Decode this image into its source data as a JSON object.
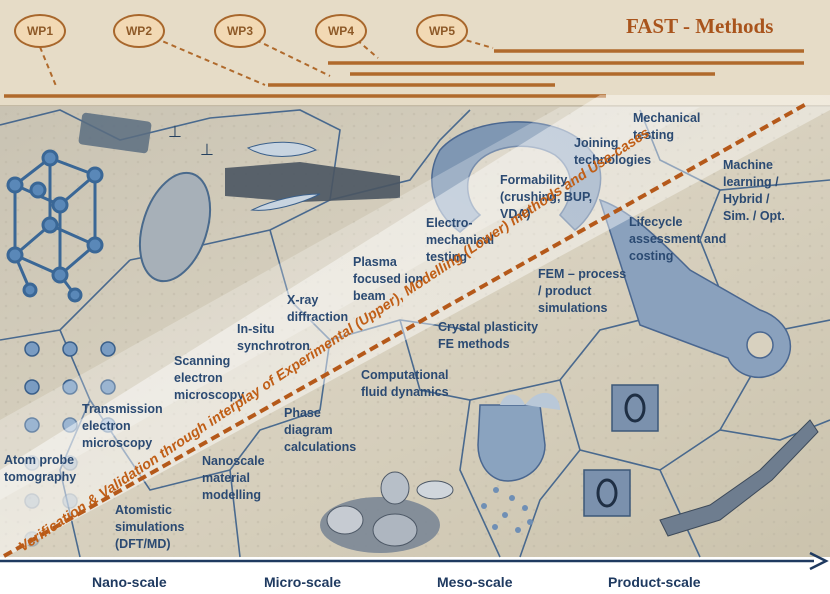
{
  "header": {
    "title": "FAST - Methods",
    "work_packages": [
      "WP1",
      "WP2",
      "WP3",
      "WP4",
      "WP5"
    ]
  },
  "diagonal_text": "Verification & Validation through interplay of Experimental (Upper), Modelling (Lower) methods and Use-cases",
  "methods": {
    "mechanical_testing": "Mechanical\ntesting",
    "joining_technologies": "Joining\ntechnologies",
    "machine_learning": "Machine\nlearning /\nHybrid /\nSim. / Opt.",
    "formability": "Formability\n(crushing, BUP,\nVDA)",
    "lifecycle": "Lifecycle\nassessment and\ncosting",
    "electro_mechanical": "Electro-\nmechanical\ntesting",
    "plasma_fib": "Plasma\nfocused ion\nbeam",
    "fem": "FEM – process\n/ product\nsimulations",
    "xray": "X-ray\ndiffraction",
    "in_situ": "In-situ\nsynchrotron",
    "crystal_plasticity": "Crystal plasticity\nFE methods",
    "sem": "Scanning\nelectron\nmicroscopy",
    "cfd": "Computational\nfluid dynamics",
    "tem": "Transmission\nelectron\nmicroscopy",
    "phase_diagram": "Phase\ndiagram\ncalculations",
    "atom_probe": "Atom probe\ntomography",
    "nanoscale_modelling": "Nanoscale\nmaterial\nmodelling",
    "atomistic": "Atomistic\nsimulations\n(DFT/MD)"
  },
  "scales": [
    "Nano-scale",
    "Micro-scale",
    "Meso-scale",
    "Product-scale"
  ],
  "colors": {
    "header_bg": "#e4d8c2",
    "accent": "#a9541c",
    "bar": "#b06a2c",
    "label": "#2b4a72",
    "axis": "#1f3a60",
    "band": "#ffffff"
  }
}
